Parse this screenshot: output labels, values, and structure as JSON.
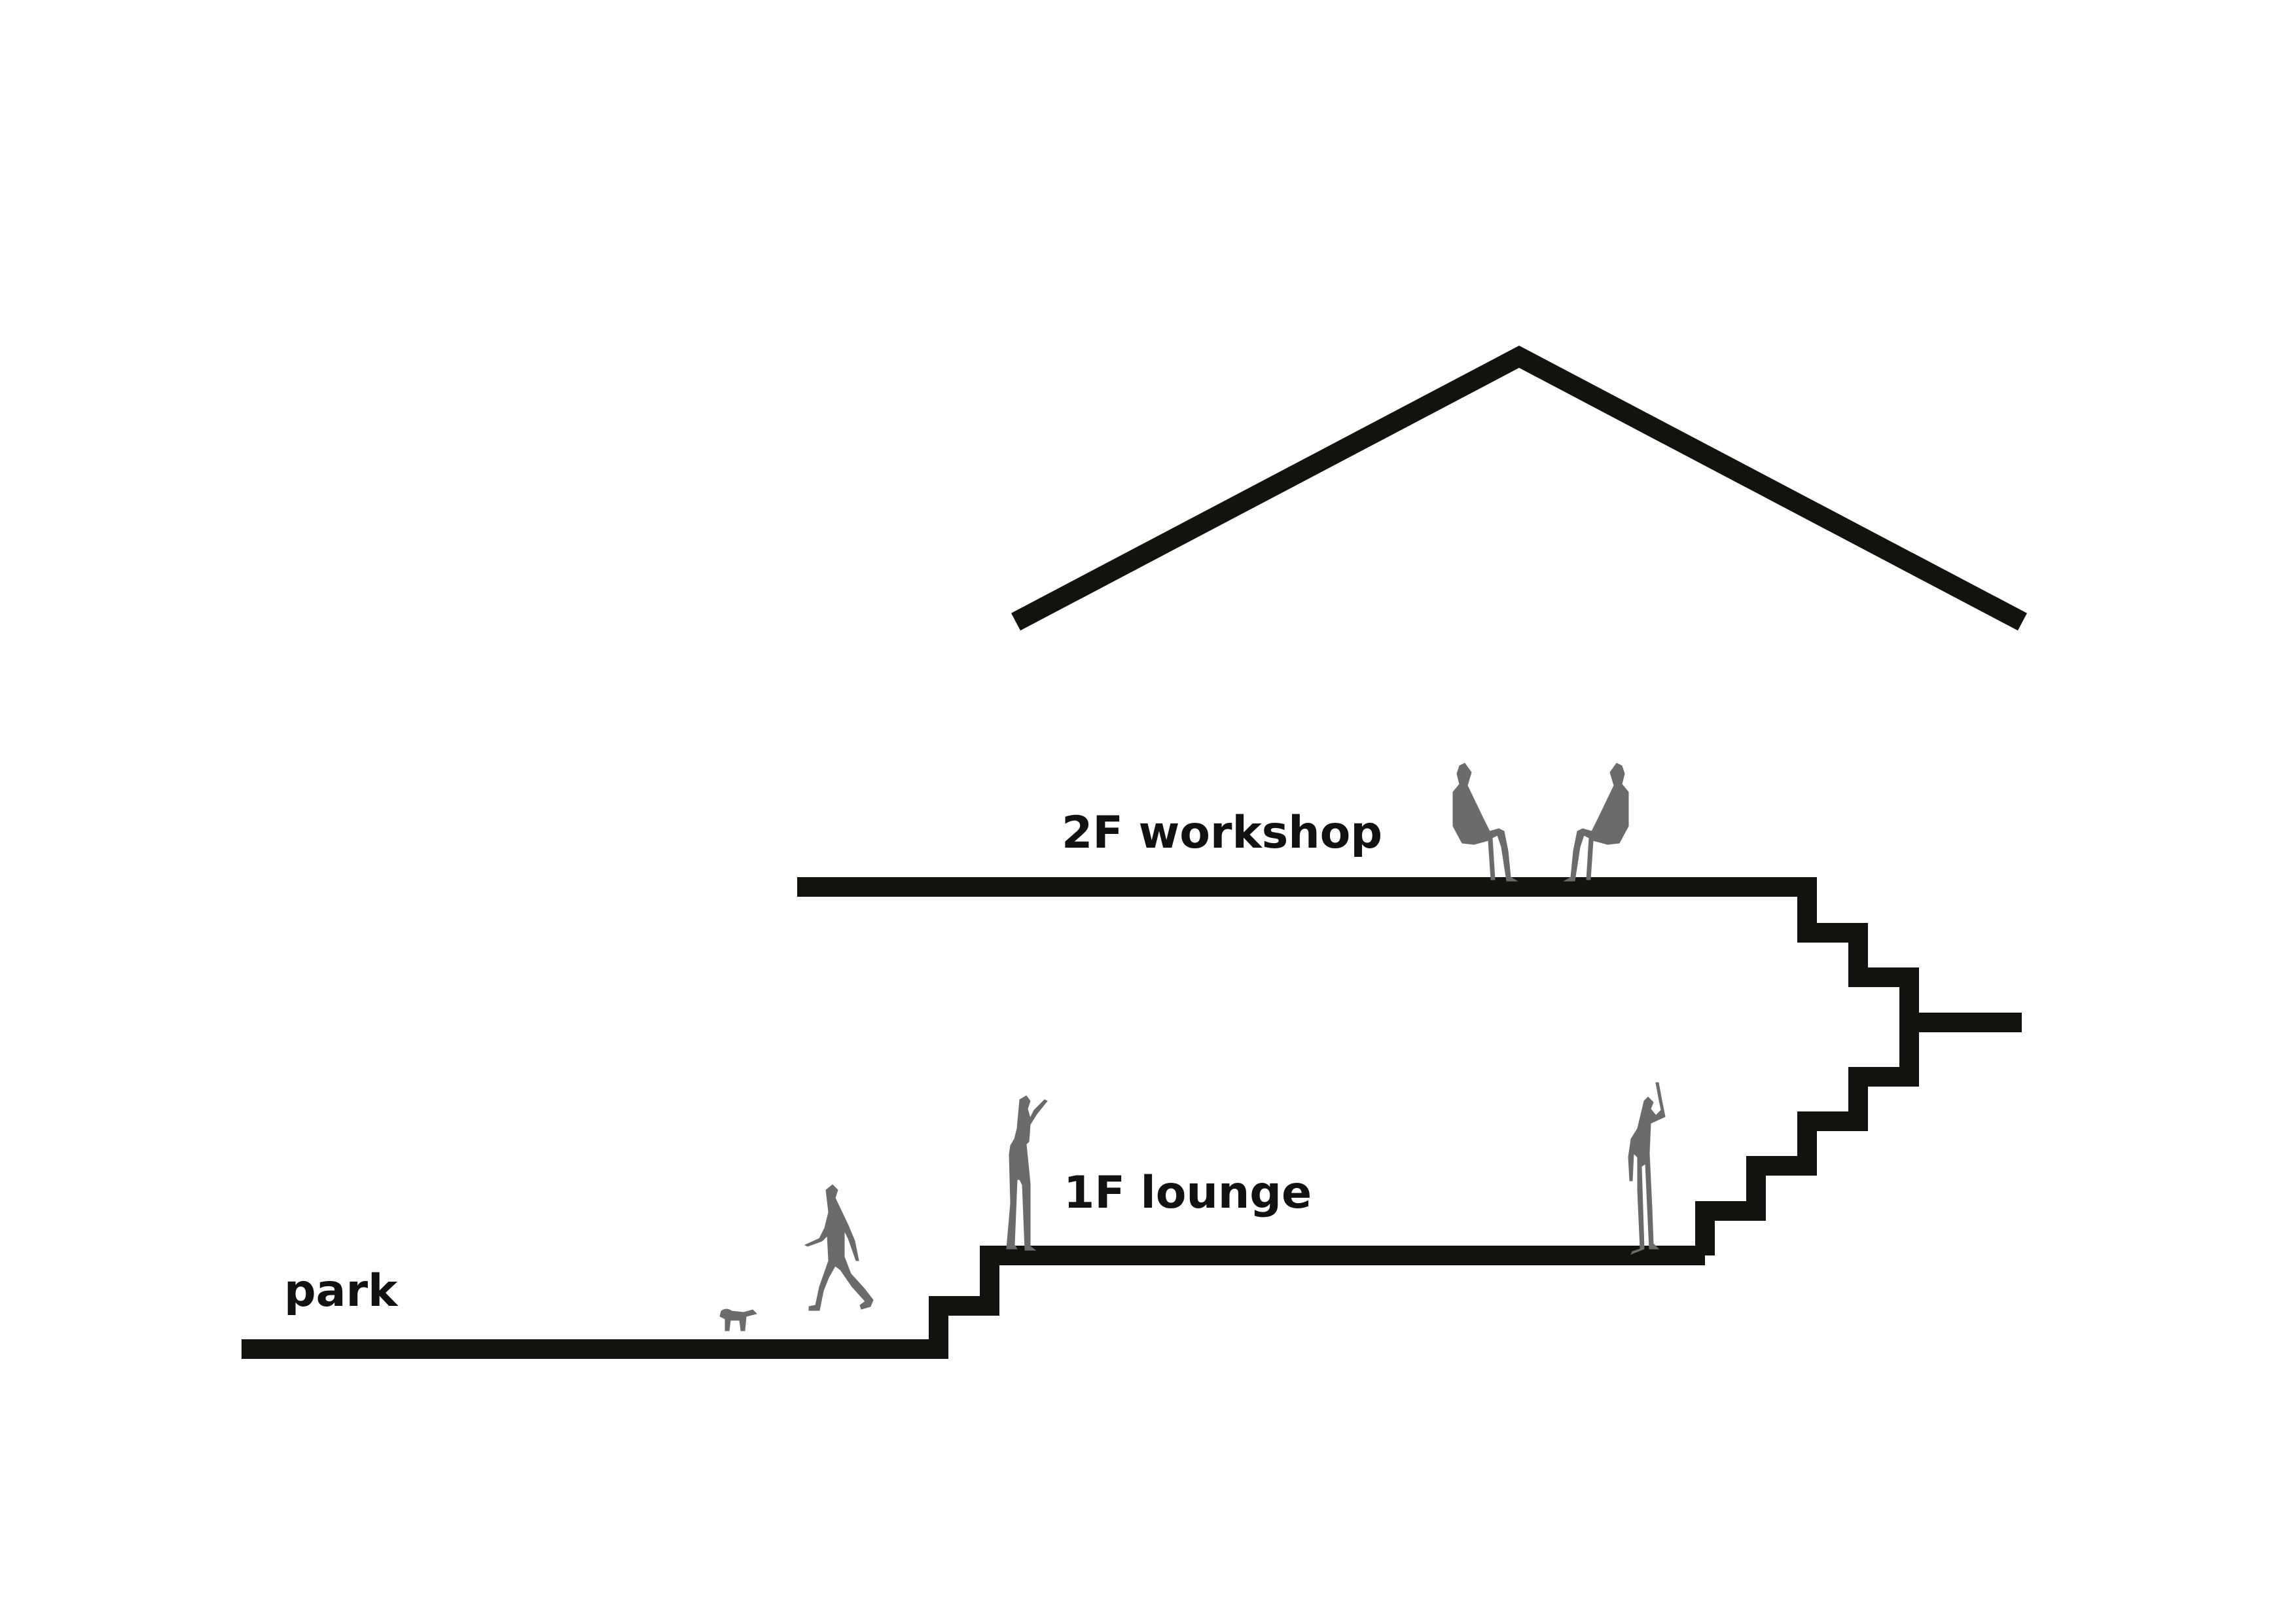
{
  "labels": {
    "park": "park",
    "lounge": "1F lounge",
    "workshop": "2F workshop"
  },
  "colors": {
    "line": "#12120e",
    "figure": "#6b6b6b",
    "label": "#111111",
    "background": "#ffffff"
  }
}
